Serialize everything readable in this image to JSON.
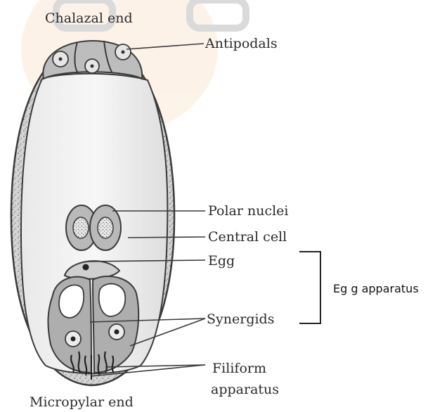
{
  "labels": {
    "chalazal_end": "Chalazal end",
    "antipodals": "Antipodals",
    "polar_nuclei": "Polar nuclei",
    "central_cell": "Central cell",
    "egg": "Egg",
    "synergids": "Synergids",
    "filiform_line1": "Filiform",
    "filiform_line2": "apparatus",
    "micropylar_end": "Micropylar end",
    "egg_apparatus": "Eg g apparatus"
  },
  "colors": {
    "wall_fill": "#cfcfcf",
    "cell_fill": "#b9b9b9",
    "central_fill": "#f1f1f1",
    "stroke": "#3a3a3a",
    "watermark": "#f3d9b8"
  }
}
